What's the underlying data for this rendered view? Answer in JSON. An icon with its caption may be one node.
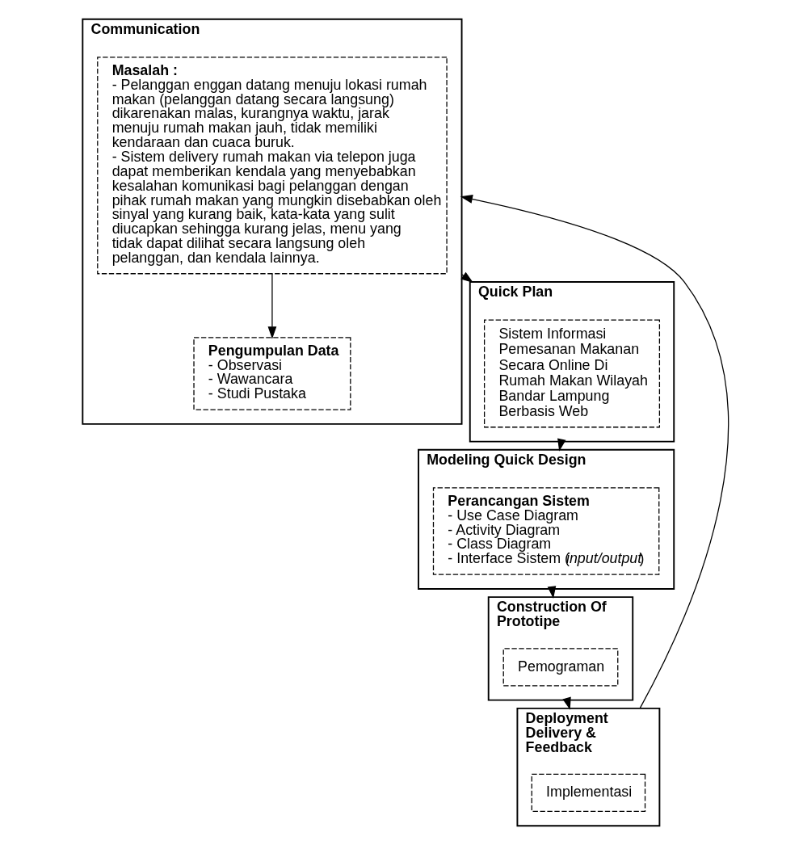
{
  "diagram": {
    "nodes": [
      {
        "text": [
          "Communication"
        ]
      },
      {
        "text": [
          "Pengumpulan Data",
          "- Observasi",
          "- Wawancara",
          "- Studi Pustaka"
        ],
        "in": 0
      },
      {
        "text": [
          "Masalah :",
          "- Pelanggan enggan datang menuju lokasi rumah makan (pelanggan datang secara langsung) dikarenakan malas, kurangnya waktu, jarak menuju rumah makan jauh, tidak memiliki kendaraan dan cuaca buruk.",
          "- Sistem delivery rumah makan via telepon juga dapat memberikan kendala yang menyebabkan kesalahan komunikasi bagi pelanggan dengan pihak rumah makan yang mungkin disebabkan oleh sinyal yang kurang baik, kata-kata yang sulit diucapkan sehingga kurang jelas, menu yang tidak dapat dilihat secara langsung oleh pelanggan, dan kendala lainnya."
        ],
        "in": 0
      },
      {
        "text": [
          "Quick Plan"
        ]
      },
      {
        "text": [
          "Sistem Informasi Pemesanan Makanan Secara Online Di Rumah Makan Wilayah Bandar Lampung Berbasis Web"
        ],
        "in": 3
      },
      {
        "text": [
          "Modeling Quick Design"
        ]
      },
      {
        "text": [
          "Perancangan Sistem",
          "- Use Case Diagram",
          "- Activity Diagram",
          "- Class Diagram",
          "- Interface Sistem (*input/output*)"
        ],
        "in": 5
      },
      {
        "text": [
          "Construction Of Prototipe"
        ]
      },
      {
        "text": [
          "Pemograman"
        ],
        "in": 7
      },
      {
        "text": [
          "Deployment Delivery & Feedback"
        ]
      },
      {
        "text": [
          "Implementasi"
        ],
        "in": 9
      }
    ],
    "edges": [
      {
        "from": 2,
        "to": 1,
        "arrow": "to"
      },
      {
        "from": 0,
        "to": 3,
        "arrow": "to"
      },
      {
        "from": 3,
        "to": 5,
        "arrow": "to"
      },
      {
        "from": 5,
        "to": 7,
        "arrow": "to"
      },
      {
        "from": 7,
        "to": 9,
        "arrow": "to"
      },
      {
        "from": 9,
        "to": 0,
        "arrow": "to"
      }
    ]
  }
}
